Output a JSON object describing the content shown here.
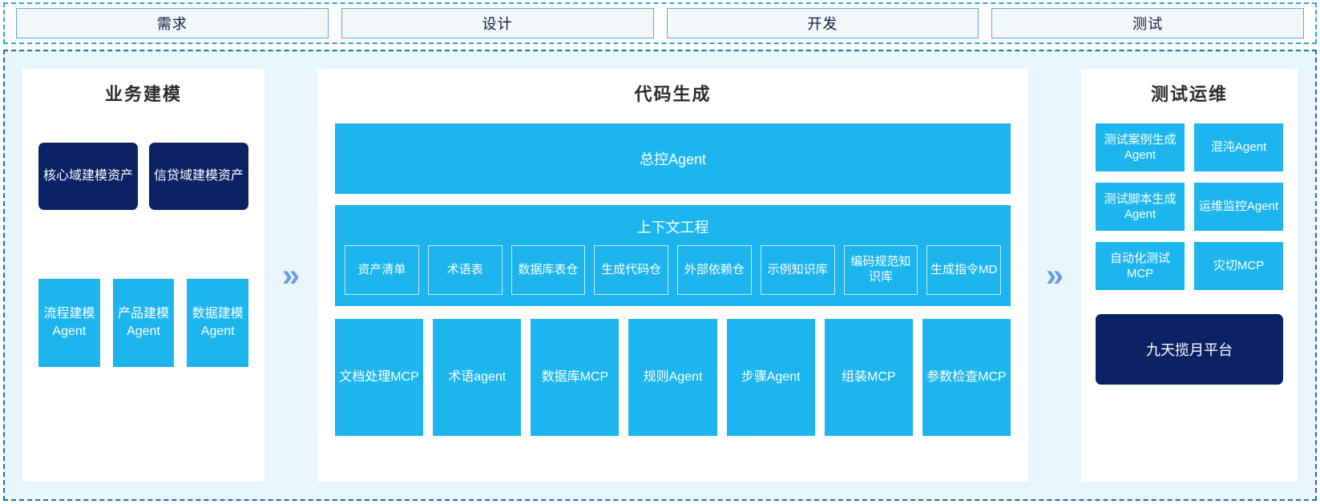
{
  "colors": {
    "accent_cyan": "#1CB5EE",
    "navy": "#0B2265",
    "panel_bg": "#EAF6FD",
    "border_blue": "#1A6FA8",
    "chevron_blue": "#6A9BEA"
  },
  "phases": [
    {
      "label": "需求"
    },
    {
      "label": "设计"
    },
    {
      "label": "开发"
    },
    {
      "label": "测试"
    }
  ],
  "arrows": {
    "glyph": "»",
    "left_name": "chevron-right-icon",
    "right_name": "chevron-right-icon"
  },
  "left_panel": {
    "title": "业务建模",
    "assets": [
      {
        "label": "核心域建模资产"
      },
      {
        "label": "信贷域建模资产"
      }
    ],
    "agents": [
      {
        "label": "流程建模Agent"
      },
      {
        "label": "产品建模Agent"
      },
      {
        "label": "数据建模Agent"
      }
    ]
  },
  "mid_panel": {
    "title": "代码生成",
    "master_agent": "总控Agent",
    "context": {
      "title": "上下文工程",
      "items": [
        {
          "label": "资产清单"
        },
        {
          "label": "术语表"
        },
        {
          "label": "数据库表仓"
        },
        {
          "label": "生成代码仓"
        },
        {
          "label": "外部依赖仓"
        },
        {
          "label": "示例知识库"
        },
        {
          "label": "编码规范知识库"
        },
        {
          "label": "生成指令MD"
        }
      ]
    },
    "tools": [
      {
        "label": "文档处理MCP"
      },
      {
        "label": "术语agent"
      },
      {
        "label": "数据库MCP"
      },
      {
        "label": "规则Agent"
      },
      {
        "label": "步骤Agent"
      },
      {
        "label": "组装MCP"
      },
      {
        "label": "参数检查MCP"
      }
    ]
  },
  "right_panel": {
    "title": "测试运维",
    "items": [
      {
        "label": "测试案例生成Agent"
      },
      {
        "label": "混沌Agent"
      },
      {
        "label": "测试脚本生成Agent"
      },
      {
        "label": "运维监控Agent"
      },
      {
        "label": "自动化测试MCP"
      },
      {
        "label": "灾切MCP"
      }
    ],
    "platform": "九天揽月平台"
  }
}
